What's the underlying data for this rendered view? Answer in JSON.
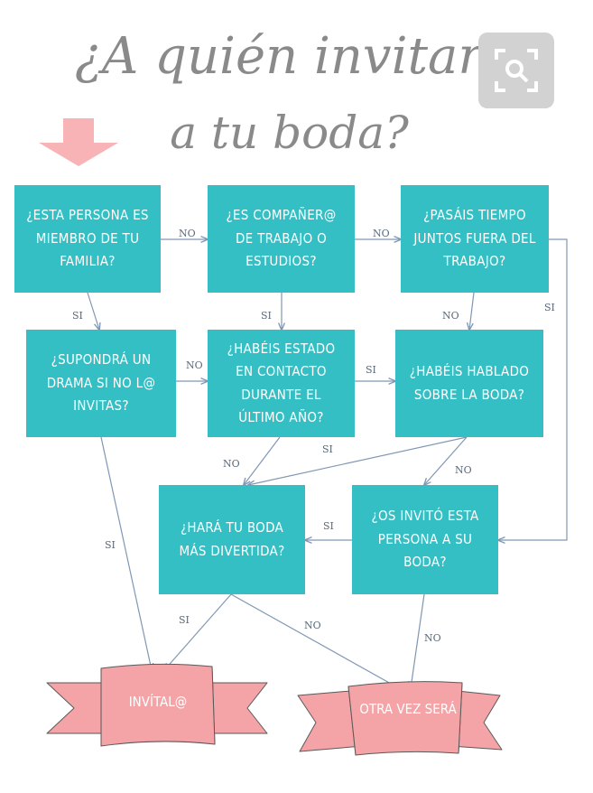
{
  "title": {
    "line1": "¿A quién invitar",
    "line2": "a tu boda?"
  },
  "nodes": {
    "familia": "¿Esta persona es miembro de tu familia?",
    "companero": "¿Es compañer@ de trabajo o estudios?",
    "tiempo": "¿Pasáis tiempo juntos fuera del trabajo?",
    "drama": "¿Supondrá un drama si no l@ invitas?",
    "contacto": "¿Habéis estado en contacto durante el último año?",
    "hablado": "¿Habéis hablado sobre la boda?",
    "divertida": "¿Hará tu boda más divertida?",
    "invito": "¿Os invitó esta persona a su boda?"
  },
  "outcomes": {
    "invitar": "Invítal@",
    "otra_vez": "Otra vez será"
  },
  "edge_labels": {
    "yes": "SI",
    "no": "NO"
  },
  "colors": {
    "box": "#33bfc4",
    "ribbon": "#f4a3a6",
    "arrow": "#7f97b4",
    "title": "#8a8a8a",
    "start_arrow": "#f7b3b5"
  },
  "icons": {
    "zoom": "search-zoom-icon",
    "start": "start-arrow-icon"
  }
}
